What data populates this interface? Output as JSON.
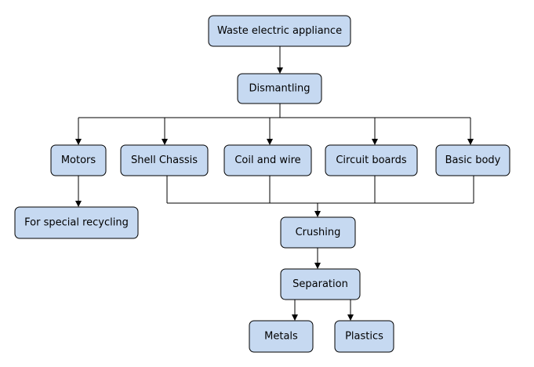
{
  "nodes": {
    "waste": {
      "label": "Waste electric appliance"
    },
    "dismantling": {
      "label": "Dismantling"
    },
    "motors": {
      "label": "Motors"
    },
    "shell": {
      "label": "Shell Chassis"
    },
    "coil": {
      "label": "Coil and wire"
    },
    "circuit": {
      "label": "Circuit boards"
    },
    "basic": {
      "label": "Basic body"
    },
    "special": {
      "label": "For special recycling"
    },
    "crushing": {
      "label": "Crushing"
    },
    "separation": {
      "label": "Separation"
    },
    "metals": {
      "label": "Metals"
    },
    "plastics": {
      "label": "Plastics"
    }
  },
  "colors": {
    "node_fill": "#c6d9f1",
    "line": "#000000"
  }
}
